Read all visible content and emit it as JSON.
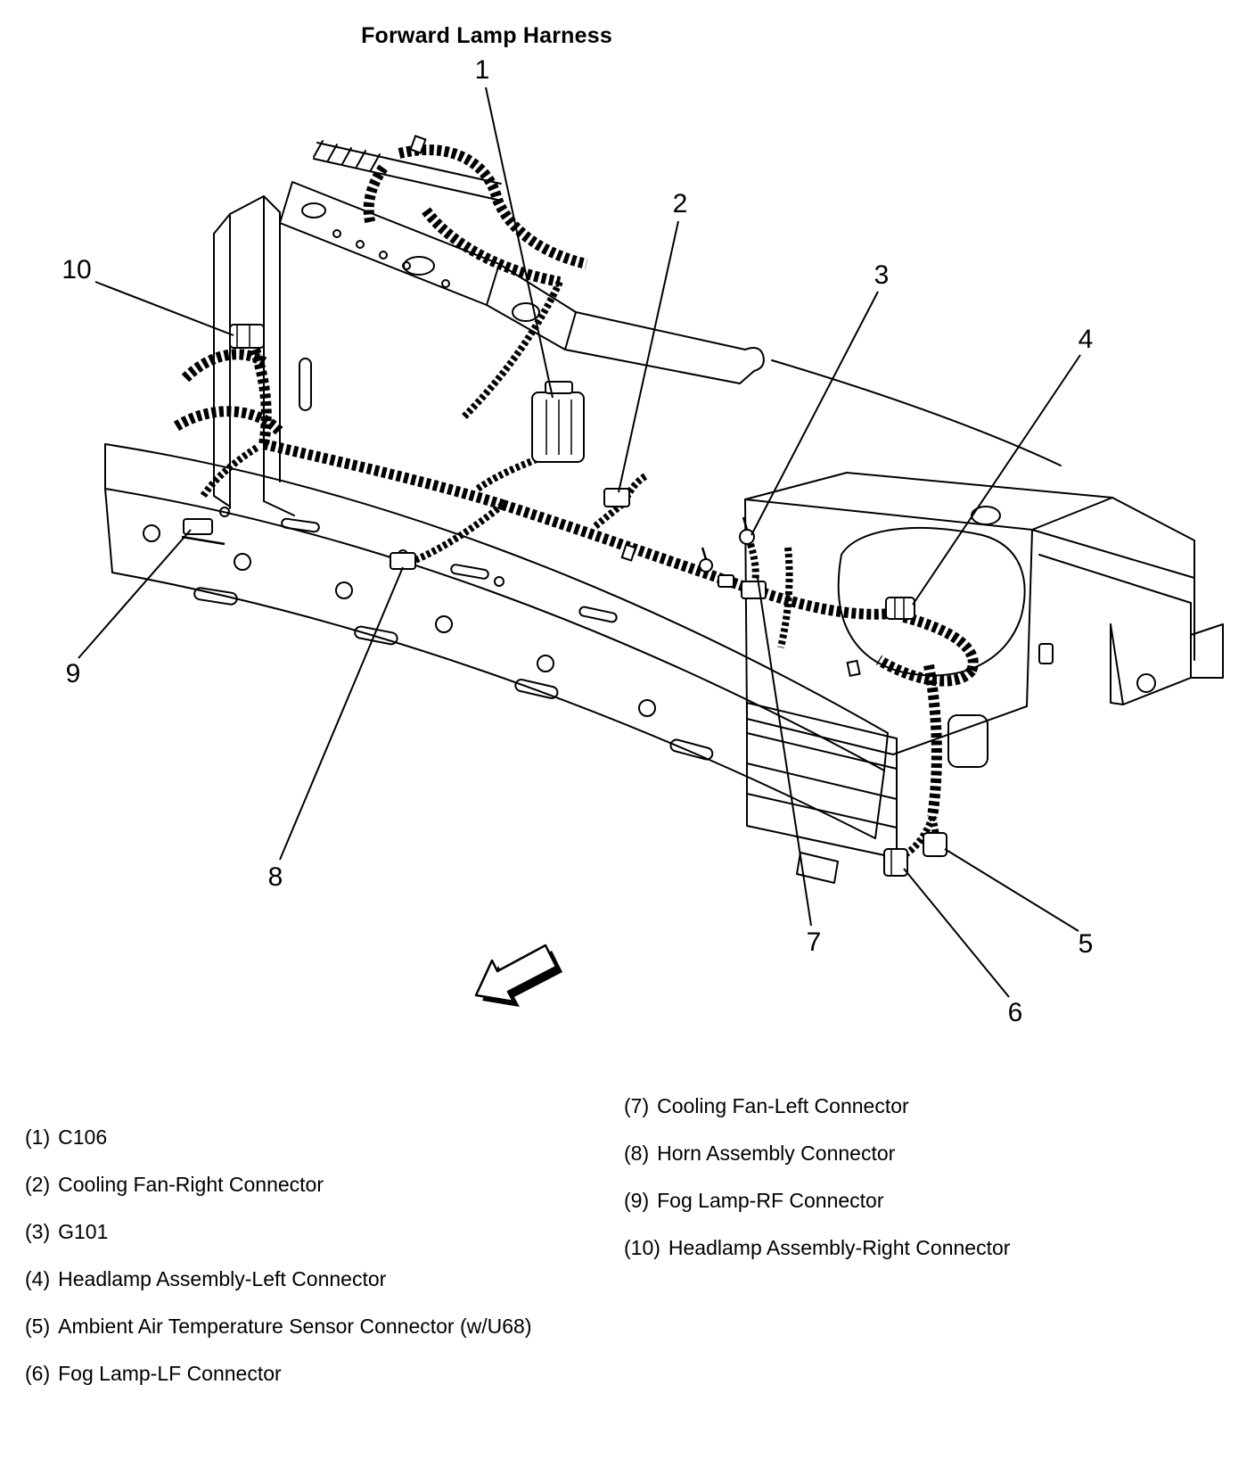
{
  "title": "Forward Lamp Harness",
  "callouts": [
    {
      "n": "1"
    },
    {
      "n": "2"
    },
    {
      "n": "3"
    },
    {
      "n": "4"
    },
    {
      "n": "5"
    },
    {
      "n": "6"
    },
    {
      "n": "7"
    },
    {
      "n": "8"
    },
    {
      "n": "9"
    },
    {
      "n": "10"
    }
  ],
  "legend": {
    "left": [
      {
        "num": "(1)",
        "label": "C106"
      },
      {
        "num": "(2)",
        "label": "Cooling Fan-Right Connector"
      },
      {
        "num": "(3)",
        "label": "G101"
      },
      {
        "num": "(4)",
        "label": "Headlamp Assembly-Left Connector"
      },
      {
        "num": "(5)",
        "label": "Ambient Air Temperature Sensor Connector (w/U68)"
      },
      {
        "num": "(6)",
        "label": "Fog Lamp-LF Connector"
      }
    ],
    "right": [
      {
        "num": "(7)",
        "label": "Cooling Fan-Left Connector"
      },
      {
        "num": "(8)",
        "label": "Horn Assembly Connector"
      },
      {
        "num": "(9)",
        "label": "Fog Lamp-RF Connector"
      },
      {
        "num": "(10)",
        "label": "Headlamp Assembly-Right Connector"
      }
    ]
  }
}
